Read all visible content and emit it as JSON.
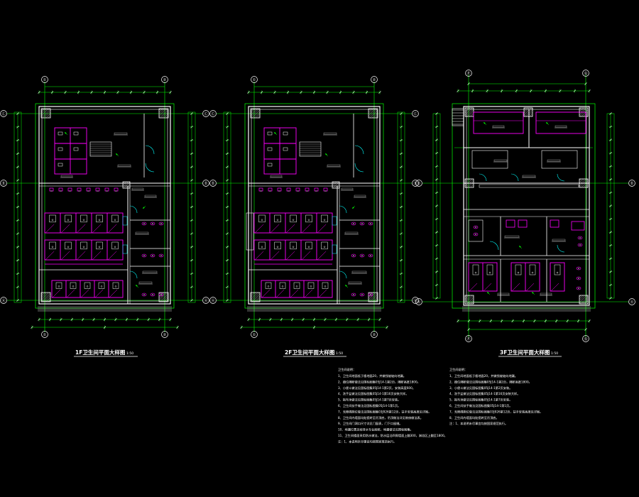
{
  "colors": {
    "background": "#000000",
    "grid": "#00ff00",
    "walls": "#ffffff",
    "fixtures": "#ff00ff",
    "doors": "#00ffff",
    "text": "#ffffff",
    "yellow": "#ffff00"
  },
  "plans": [
    {
      "title": "1F卫生间平面大样图",
      "scale": "1:50",
      "col_axes": [
        "①",
        "②"
      ],
      "row_axes": [
        "Ⓐ",
        "Ⓑ",
        "Ⓒ"
      ]
    },
    {
      "title": "2F卫生间平面大样图",
      "scale": "1:50",
      "col_axes": [
        "①",
        "②"
      ],
      "row_axes": [
        "Ⓐ",
        "Ⓑ",
        "Ⓒ"
      ]
    },
    {
      "title": "3F卫生间平面大样图",
      "scale": "1:50",
      "col_axes": [
        "Ⓟ",
        "Ⓠ"
      ],
      "row_axes": [
        "Ⓐ",
        "Ⓑ",
        "Ⓒ"
      ]
    }
  ],
  "notes_left": {
    "heading": "卫生间说明：",
    "items": [
      "1、卫生间地面低于楼地面20，并做找坡坡向地漏。",
      "2、蹲位隔断做法见国标图集05J14-1第2页，隔断高度1800。",
      "3、小便斗做法见国标图集05J14-1第2页，安装高度600。",
      "4、洗手盆做法见国标图集05J14-1第16页安装大样。",
      "5、拖布池做法见国标图集05J14-1第7页安装。",
      "6、卫生间扶手做法见国标图集05J14-1第1页。",
      "7、无障碍厕位做法见国标图集03J926第12页，扶手安装高度见详图。",
      "8、卫生间内墙面均贴瓷砖至吊顶底，吊顶做法详见装修做法表。",
      "9、卫生间门洞口尺寸详见门窗表，门下口留缝。",
      "10、地漏位置见给排水专业图纸，地漏做法见国标图集。",
      "11、卫生间楼面采用防水做法，防水层沿四周墙面上翻300，淋浴区上翻至1800。",
      "注：1、本说明未尽事宜均按国家规范执行。"
    ]
  },
  "notes_right": {
    "heading": "卫生间说明：",
    "items": [
      "1、卫生间地面低于楼地面20，并做找坡坡向地漏。",
      "2、蹲位隔断做法见国标图集05J14-1第2页，隔断高度1800。",
      "3、小便斗做法见国标图集05J14-1第2页安装。",
      "4、洗手盆做法见国标图集05J14-1第16页安装大样。",
      "5、拖布池做法见国标图集05J14-1第7页安装。",
      "6、卫生间扶手做法见国标图集05J14-1第1页。",
      "7、无障碍厕位做法见国标图集03J926第12页，扶手安装高度见详图。",
      "8、卫生间内墙面均贴瓷砖至吊顶底。",
      "注：1、本说明未尽事宜均按国家规范执行。"
    ]
  }
}
